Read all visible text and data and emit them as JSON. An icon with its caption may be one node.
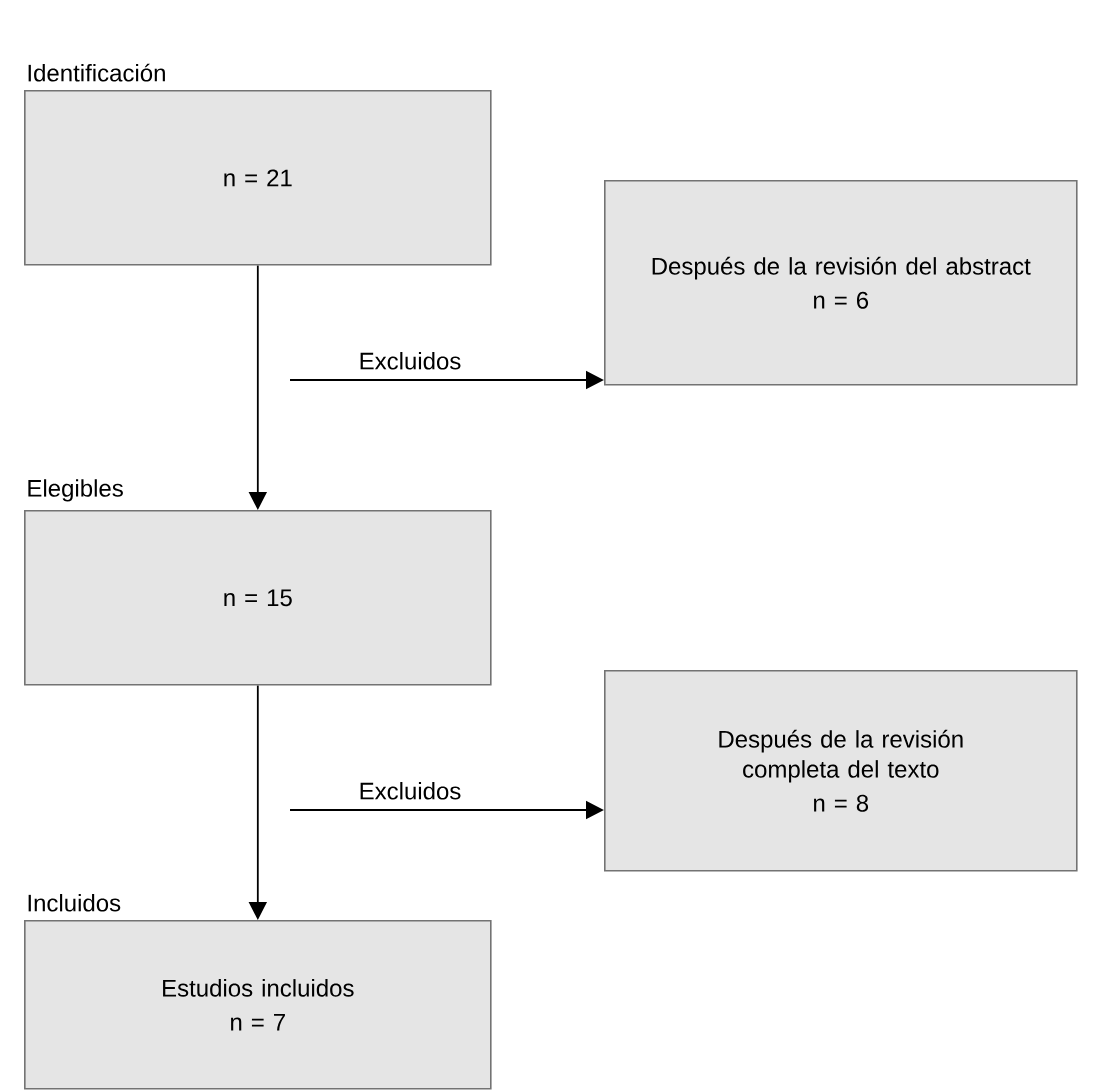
{
  "diagram": {
    "nodes": [
      {
        "text": [
          "Identificación",
          "n = 21"
        ]
      },
      {
        "text": [
          "Después de la revisión del abstract",
          "n = 6"
        ]
      },
      {
        "text": [
          "Elegibles",
          "n = 15"
        ]
      },
      {
        "text": [
          "Después de la revisión completa del texto",
          "n = 8"
        ]
      },
      {
        "text": [
          "Incluidos",
          "Estudios incluidos",
          "n = 7"
        ]
      }
    ],
    "edges": [
      {
        "from": 0,
        "to": 2,
        "arrow": "to"
      },
      {
        "from": null,
        "to": 1,
        "arrow": "to",
        "label": "Excluidos"
      },
      {
        "from": 2,
        "to": 4,
        "arrow": "to"
      },
      {
        "from": null,
        "to": 3,
        "arrow": "to",
        "label": "Excluidos"
      }
    ]
  }
}
